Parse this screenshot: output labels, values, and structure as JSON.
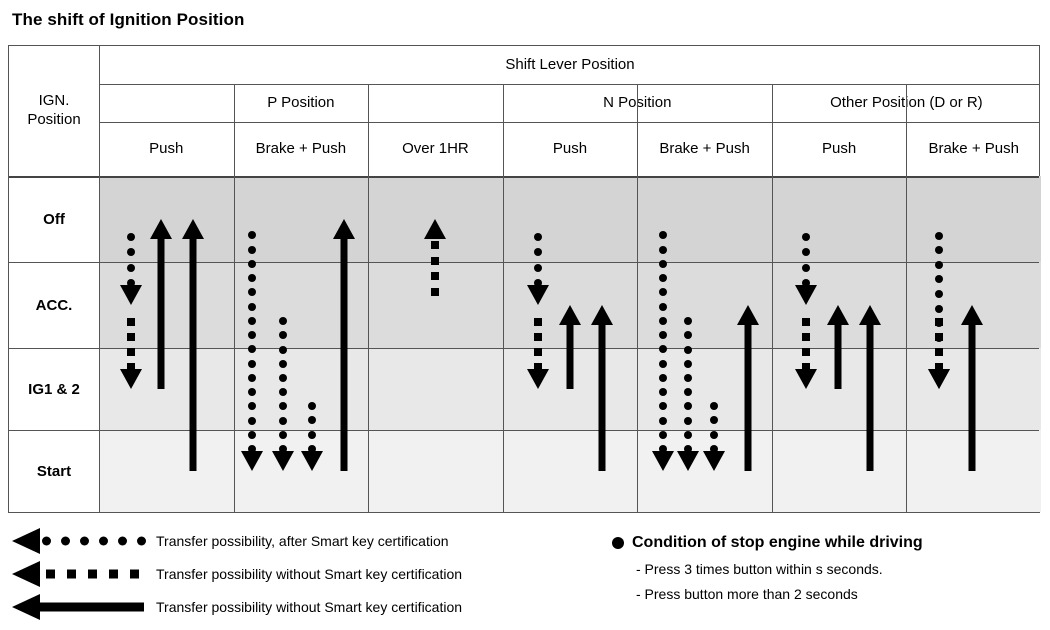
{
  "page": {
    "title": "The shift of Ignition Position"
  },
  "table": {
    "corner_label": "IGN.\nPosition",
    "top_header": "Shift Lever Position",
    "groups": [
      {
        "label": "P Position",
        "columns": [
          "Push",
          "Brake + Push",
          "Over 1HR"
        ]
      },
      {
        "label": "N Position",
        "columns": [
          "Push",
          "Brake + Push"
        ]
      },
      {
        "label": "Other Position (D or R)",
        "columns": [
          "Push",
          "Brake + Push"
        ]
      }
    ],
    "rows": [
      "Off",
      "ACC.",
      "IG1 & 2",
      "Start"
    ]
  },
  "chart_data": {
    "type": "table",
    "title": "The shift of Ignition Position",
    "row_states": [
      "Off",
      "ACC.",
      "IG1 & 2",
      "Start"
    ],
    "column_groups": [
      "P Position",
      "N Position",
      "Other Position (D or R)"
    ],
    "columns": [
      "P Position / Push",
      "P Position / Brake + Push",
      "P Position / Over 1HR",
      "N Position / Push",
      "N Position / Brake + Push",
      "Other Position (D or R) / Push",
      "Other Position (D or R) / Brake + Push"
    ],
    "transition_styles": {
      "dotted": "Transfer possibility, after Smart key certification",
      "dashed": "Transfer possibility without Smart key certification",
      "solid": "Transfer possibility without Smart key certification"
    },
    "transitions": [
      {
        "column": 0,
        "style": "dotted",
        "direction": "down",
        "from": "Off",
        "to": "ACC."
      },
      {
        "column": 0,
        "style": "dashed",
        "direction": "down",
        "from": "ACC.",
        "to": "IG1 & 2"
      },
      {
        "column": 0,
        "style": "solid",
        "direction": "up",
        "from": "IG1 & 2",
        "to": "Off"
      },
      {
        "column": 0,
        "style": "solid",
        "direction": "up",
        "from": "Start",
        "to": "Off"
      },
      {
        "column": 1,
        "style": "dotted",
        "direction": "down",
        "from": "Off",
        "to": "Start"
      },
      {
        "column": 1,
        "style": "dotted",
        "direction": "down",
        "from": "ACC.",
        "to": "Start"
      },
      {
        "column": 1,
        "style": "dotted",
        "direction": "down",
        "from": "IG1 & 2",
        "to": "Start"
      },
      {
        "column": 1,
        "style": "solid",
        "direction": "up",
        "from": "Start",
        "to": "Off"
      },
      {
        "column": 2,
        "style": "dashed",
        "direction": "up",
        "from": "ACC.",
        "to": "Off"
      },
      {
        "column": 3,
        "style": "dotted",
        "direction": "down",
        "from": "Off",
        "to": "ACC."
      },
      {
        "column": 3,
        "style": "dashed",
        "direction": "down",
        "from": "ACC.",
        "to": "IG1 & 2"
      },
      {
        "column": 3,
        "style": "solid",
        "direction": "up",
        "from": "IG1 & 2",
        "to": "ACC."
      },
      {
        "column": 3,
        "style": "solid",
        "direction": "up",
        "from": "Start",
        "to": "ACC."
      },
      {
        "column": 4,
        "style": "dotted",
        "direction": "down",
        "from": "Off",
        "to": "Start"
      },
      {
        "column": 4,
        "style": "dotted",
        "direction": "down",
        "from": "ACC.",
        "to": "Start"
      },
      {
        "column": 4,
        "style": "dotted",
        "direction": "down",
        "from": "IG1 & 2",
        "to": "Start"
      },
      {
        "column": 4,
        "style": "solid",
        "direction": "up",
        "from": "Start",
        "to": "ACC."
      },
      {
        "column": 5,
        "style": "dotted",
        "direction": "down",
        "from": "Off",
        "to": "ACC."
      },
      {
        "column": 5,
        "style": "dashed",
        "direction": "down",
        "from": "ACC.",
        "to": "IG1 & 2"
      },
      {
        "column": 5,
        "style": "solid",
        "direction": "up",
        "from": "IG1 & 2",
        "to": "ACC."
      },
      {
        "column": 5,
        "style": "solid",
        "direction": "up",
        "from": "Start",
        "to": "ACC."
      },
      {
        "column": 6,
        "style": "dotted",
        "direction": "down",
        "from": "Off",
        "to": "IG1 & 2"
      },
      {
        "column": 6,
        "style": "dashed",
        "direction": "down",
        "from": "ACC.",
        "to": "IG1 & 2"
      },
      {
        "column": 6,
        "style": "solid",
        "direction": "up",
        "from": "Start",
        "to": "ACC."
      }
    ],
    "row_shading": [
      "#d4d4d4",
      "#dcdcdc",
      "#e8e8e8",
      "#f1f1f1"
    ]
  },
  "legend": {
    "items": [
      {
        "symbol": "dotted-arrow-left",
        "text": "Transfer possibility, after Smart key certification"
      },
      {
        "symbol": "dashed-arrow-left",
        "text": "Transfer possibility without Smart key certification"
      },
      {
        "symbol": "solid-arrow-left",
        "text": "Transfer possibility without Smart key certification"
      }
    ],
    "note": {
      "title": "Condition of stop engine while driving",
      "lines": [
        "- Press 3 times button within s seconds.",
        "- Press button more than 2 seconds"
      ]
    }
  }
}
